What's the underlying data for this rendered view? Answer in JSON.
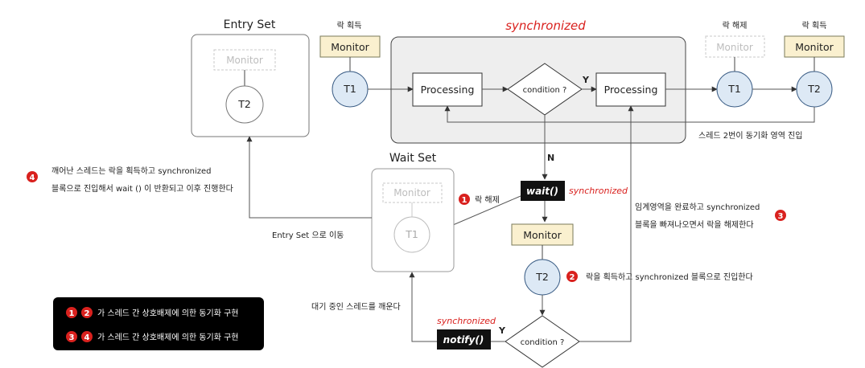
{
  "colors": {
    "monitor_fill": "#faf0cf",
    "monitor_stroke": "#7a7a5a",
    "thread_fill": "#dde9f5",
    "thread_stroke": "#3c5e86",
    "sync_region_fill": "#eeeeee",
    "accent_red": "#d9211e",
    "legend_bg": "#000000"
  },
  "entry_set": {
    "title": "Entry Set",
    "monitor": "Monitor",
    "thread": "T2"
  },
  "wait_set": {
    "title": "Wait Set",
    "monitor": "Monitor",
    "thread": "T1"
  },
  "sync_region": {
    "title": "synchronized",
    "processing_left": "Processing",
    "condition": "condition ?",
    "yes": "Y",
    "processing_right": "Processing"
  },
  "left_monitor": {
    "caption": "락 획득",
    "label": "Monitor",
    "thread": "T1"
  },
  "right_monitors": {
    "release_caption": "락 해제",
    "release_label": "Monitor",
    "release_thread": "T1",
    "acquire_caption": "락 획득",
    "acquire_label": "Monitor",
    "acquire_thread": "T2"
  },
  "labels": {
    "thread2_enters": "스레드 2번이 동기화 영역 진입",
    "no": "N",
    "wait_method": "wait()",
    "wait_sync": "synchronized",
    "step1_num": "1",
    "step1_text": "락 해제",
    "move_to_entry": "Entry Set 으로 이동",
    "step4_num": "4",
    "step4_line1": "깨어난 스레드는 락을 획득하고 synchronized",
    "step4_line2": "블록으로 진입해서 wait () 이 반환되고 이후 진행한다",
    "step3_num": "3",
    "step3_line1": "임계영역을 완료하고 synchronized",
    "step3_line2": "블록을 빠져나오면서 락을 해제한다",
    "lower_monitor": "Monitor",
    "lower_thread": "T2",
    "step2_num": "2",
    "step2_text": "락을 획득하고 synchronized 블록으로 진입한다",
    "wake_thread": "대기 중인 스레드를 깨운다",
    "notify_sync": "synchronized",
    "notify_method": "notify()",
    "notify_yes": "Y",
    "lower_condition": "condition ?"
  },
  "legend": {
    "row1_num_a": "1",
    "row1_num_b": "2",
    "row1_text": "가 스레드 간 상호배제에 의한 동기화 구현",
    "row2_num_a": "3",
    "row2_num_b": "4",
    "row2_text": "가 스레드 간 상호배제에 의한 동기화 구현"
  }
}
